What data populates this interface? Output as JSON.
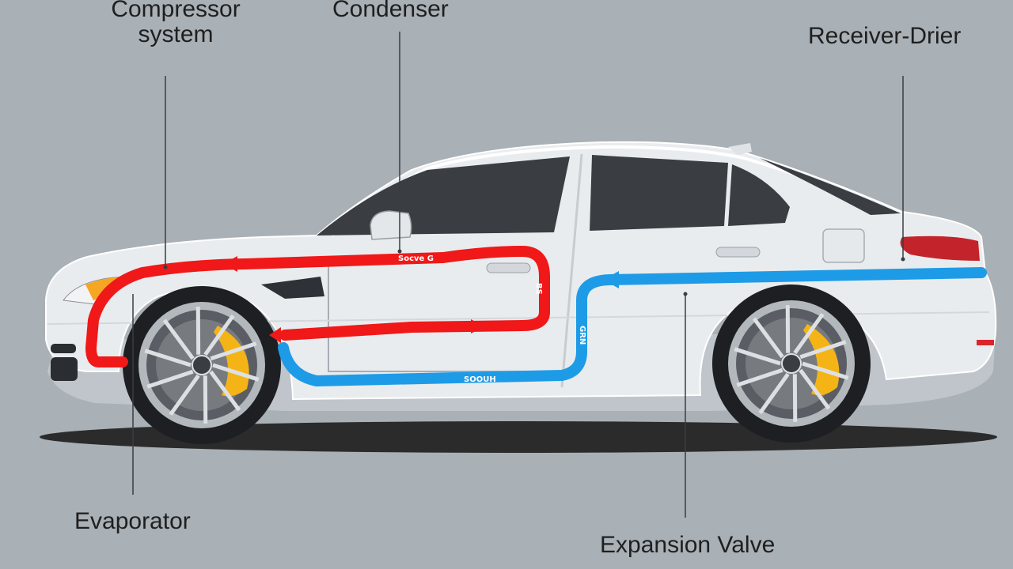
{
  "labels": {
    "compressor": [
      "Compressor",
      "system"
    ],
    "condenser": "Condenser",
    "receiver_drier": "Receiver-Drier",
    "evaporator": "Evaporator",
    "expansion_valve": "Expansion Valve"
  },
  "line_text": {
    "red_top": "Socve G",
    "red_side": "BS",
    "blue_side": "GRN",
    "blue_bottom": "SOOUH"
  },
  "colors": {
    "background": "#a9b0b6",
    "hot_line": "#f01818",
    "cold_line": "#1e9be6",
    "car_body": "#e9ecef",
    "brake_caliper": "#f5b415"
  }
}
